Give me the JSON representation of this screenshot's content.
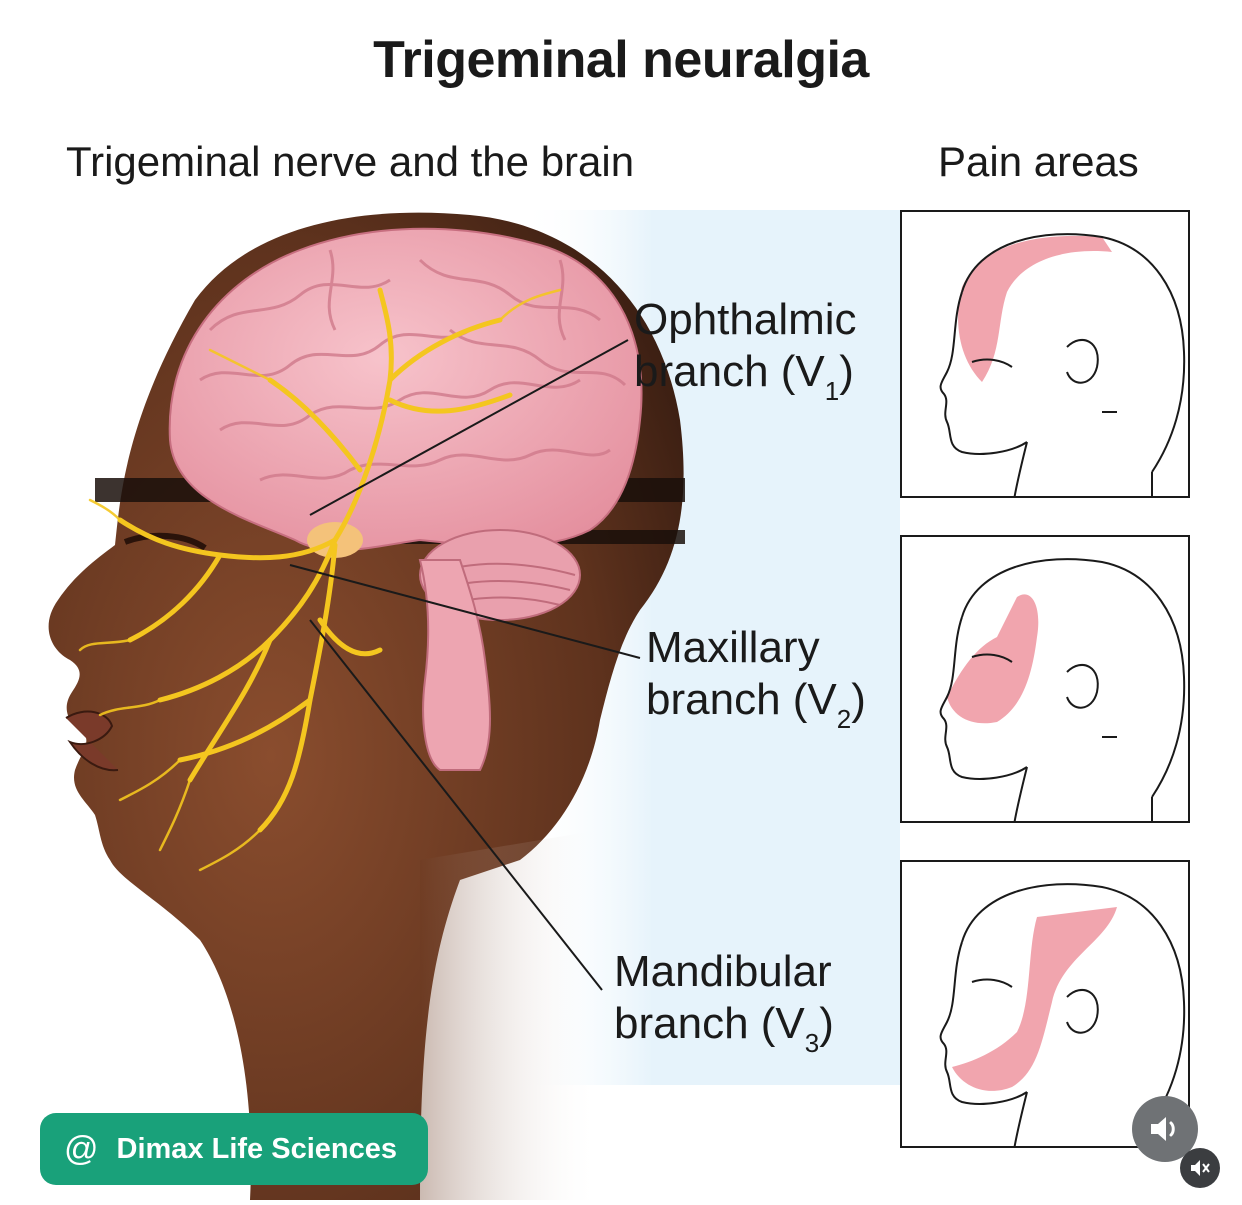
{
  "title": "Trigeminal neuralgia",
  "subtitle_left": "Trigeminal nerve and the brain",
  "subtitle_right": "Pain areas",
  "branches": [
    {
      "name": "Ophthalmic",
      "line2": "branch (V",
      "sub": "1",
      "close": ")"
    },
    {
      "name": "Maxillary",
      "line2": "branch (V",
      "sub": "2",
      "close": ")"
    },
    {
      "name": "Mandibular",
      "line2": "branch (V",
      "sub": "3",
      "close": ")"
    }
  ],
  "watermark": {
    "symbol": "@",
    "text": "Dimax Life Sciences"
  },
  "colors": {
    "skin": "#6b3a22",
    "brain": "#f2a7b2",
    "nerve": "#f4c61f",
    "pain_area": "#f1a5ae",
    "panel_bg": "#e6f3fb",
    "watermark_bg": "#19a17a"
  },
  "icons": [
    "speaker-icon",
    "mute-icon",
    "at-icon"
  ]
}
